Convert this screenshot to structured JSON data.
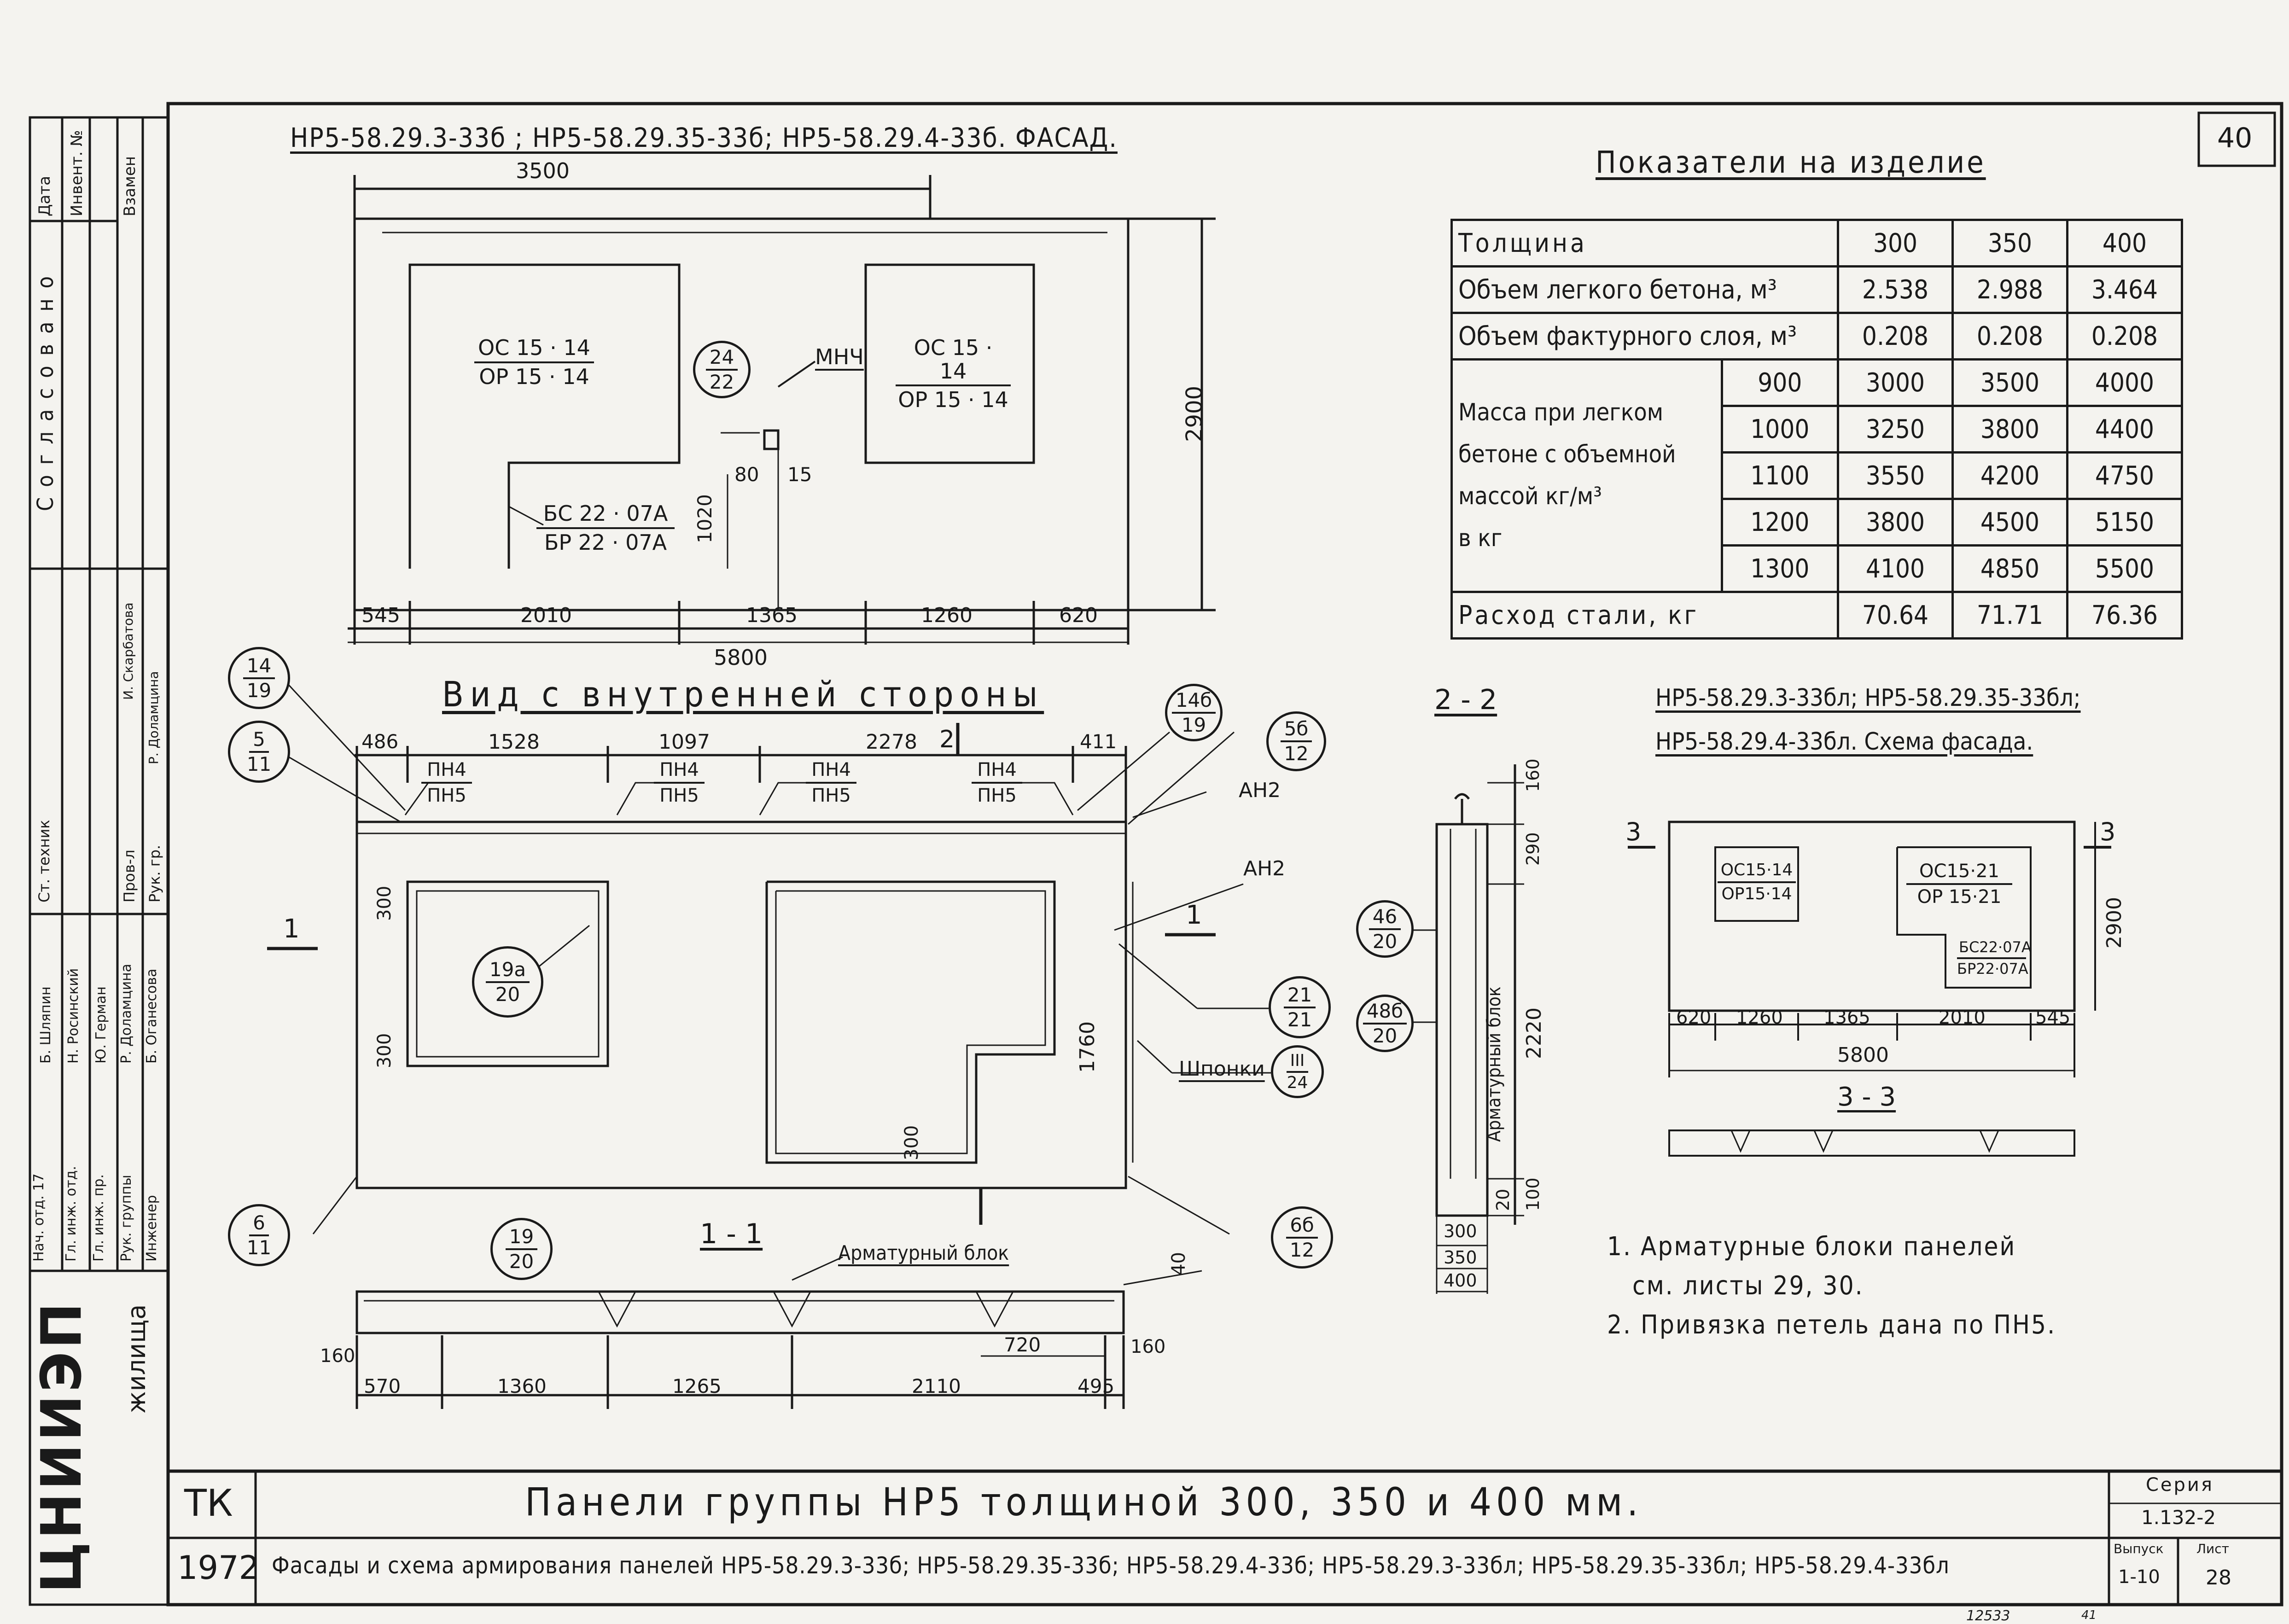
{
  "sheet_number": "40",
  "facade": {
    "title": "НР5-58.29.3-33б ; НР5-58.29.35-33б; НР5-58.29.4-33б. ФАСАД.",
    "dim_top": "3500",
    "dim_height": "2900",
    "window_left": {
      "top": "ОС 15 · 14",
      "bottom": "ОР 15 · 14"
    },
    "window_right": {
      "top": "ОС 15 · 14",
      "bottom": "ОР 15 · 14"
    },
    "balcony": {
      "top": "БС 22 · 07А",
      "bottom": "БР 22 · 07А"
    },
    "node_label": {
      "top": "24",
      "bottom": "22"
    },
    "mnch_label": "МНЧ",
    "dim_80": "80",
    "dim_15": "15",
    "dim_1020": "1020",
    "dims_bottom": [
      "545",
      "2010",
      "1365",
      "1260",
      "620"
    ],
    "dim_total": "5800"
  },
  "spec": {
    "title": "Показатели на изделие",
    "row_thickness": {
      "label": "Толщина",
      "values": [
        "300",
        "350",
        "400"
      ]
    },
    "row_volume_light": {
      "label": "Объем легкого бетона, м³",
      "values": [
        "2.538",
        "2.988",
        "3.464"
      ]
    },
    "row_volume_facing": {
      "label": "Объем фактурного слоя, м³",
      "values": [
        "0.208",
        "0.208",
        "0.208"
      ]
    },
    "mass_label": [
      "Масса при легком",
      "бетоне с объемной",
      "массой   кг/м³",
      "в  кг"
    ],
    "mass_rows": [
      {
        "density": "900",
        "values": [
          "3000",
          "3500",
          "4000"
        ]
      },
      {
        "density": "1000",
        "values": [
          "3250",
          "3800",
          "4400"
        ]
      },
      {
        "density": "1100",
        "values": [
          "3550",
          "4200",
          "4750"
        ]
      },
      {
        "density": "1200",
        "values": [
          "3800",
          "4500",
          "5150"
        ]
      },
      {
        "density": "1300",
        "values": [
          "4100",
          "4850",
          "5500"
        ]
      }
    ],
    "row_steel": {
      "label": "Расход  стали, кг",
      "values": [
        "70.64",
        "71.71",
        "76.36"
      ]
    }
  },
  "inner": {
    "title": "Вид с внутренней стороны",
    "dims_top": [
      "486",
      "1528",
      "1097",
      "2278",
      "411"
    ],
    "section_mark": "2",
    "loops": [
      {
        "top": "ПН4",
        "bottom": "ПН5"
      },
      {
        "top": "ПН4",
        "bottom": "ПН5"
      },
      {
        "top": "ПН4",
        "bottom": "ПН5"
      },
      {
        "top": "ПН4",
        "bottom": "ПН5"
      }
    ],
    "an2_a": "АН2",
    "an2_b": "АН2",
    "section_1_left": "1",
    "section_1_right": "1",
    "dim_300_a": "300",
    "dim_300_b": "300",
    "dim_300_c": "300",
    "dim_1760": "1760",
    "shponki": "Шпонки",
    "shponki_ref": {
      "top": "III",
      "bottom": "24"
    },
    "callouts": {
      "c14_19": {
        "top": "14",
        "bottom": "19"
      },
      "c5_11": {
        "top": "5",
        "bottom": "11"
      },
      "c14b_19": {
        "top": "14б",
        "bottom": "19"
      },
      "c5b_12": {
        "top": "5б",
        "bottom": "12"
      },
      "c19a_20": {
        "top": "19а",
        "bottom": "20"
      },
      "c21_21": {
        "top": "21",
        "bottom": "21"
      },
      "c6_11": {
        "top": "6",
        "bottom": "11"
      },
      "c6b_12": {
        "top": "6б",
        "bottom": "12"
      },
      "c19_20": {
        "top": "19",
        "bottom": "20"
      }
    }
  },
  "section11": {
    "title": "1 - 1",
    "armblock": "Арматурный блок",
    "dim_40": "40",
    "dim_160_l": "160",
    "dim_160_r": "160",
    "dim_720": "720",
    "dims_bottom": [
      "570",
      "1360",
      "1265",
      "2110",
      "495"
    ]
  },
  "section22": {
    "title": "2 - 2",
    "dims_right": [
      "160",
      "290",
      "2220",
      "100"
    ],
    "dim_20": "20",
    "armblock": "Арматурный блок",
    "thicknesses": [
      "300",
      "350",
      "400"
    ],
    "callout_46": {
      "top": "46",
      "bottom": "20"
    },
    "callout_48": {
      "top": "48б",
      "bottom": "20"
    }
  },
  "scheme": {
    "title1": "НР5-58.29.3-33бл; НР5-58.29.35-33бл;",
    "title2": "НР5-58.29.4-33бл. Схема фасада.",
    "section_3_left": "3",
    "section_3_right": "3",
    "window_a": {
      "top": "ОС15·14",
      "bottom": "ОР15·14"
    },
    "window_b": {
      "top": "ОС15·21",
      "bottom": "ОР 15·21"
    },
    "balcony": {
      "top": "БС22·07А",
      "bottom": "БР22·07А"
    },
    "dim_height": "2900",
    "dims_bottom": [
      "620",
      "1260",
      "1365",
      "2010",
      "545"
    ],
    "dim_total": "5800",
    "section_title": "3 - 3"
  },
  "notes": [
    "1. Арматурные блоки панелей",
    "см. листы 29, 30.",
    "2. Привязка петель дана по ПН5."
  ],
  "sidebar": {
    "header_cols": [
      "Дата",
      "Инвент. №",
      "Взамен"
    ],
    "agreed": "Согласовано",
    "roles": [
      "Нач. отд. 17",
      "Гл. инж. отд.",
      "Гл. инж. пр.",
      "Рук. группы",
      "Инженер"
    ],
    "names": [
      "Б. Шляпин",
      "Н. Росинский",
      "Ю. Герман",
      "Р. Доламцина",
      "Б. Оганесова"
    ],
    "middle": [
      "Ст. техник",
      "Пров-л",
      "Рук. гр."
    ],
    "middle_names": [
      "И. Скарбатова",
      "Р. Доламцина"
    ],
    "logo_text": "ЦНИИЭП",
    "logo_sub": "жилища"
  },
  "titleblock": {
    "tk": "ТК",
    "year": "1972",
    "title": "Панели группы НР5 толщиной 300, 350 и 400 мм.",
    "subtitle": "Фасады и схема армирования панелей  НР5-58.29.3-33б; НР5-58.29.35-33б; НР5-58.29.4-33б; НР5-58.29.3-33бл; НР5-58.29.35-33бл; НР5-58.29.4-33бл",
    "series_label": "Серия",
    "series": "1.132-2",
    "issue_label": "Выпуск",
    "issue": "1-10",
    "sheet_label": "Лист",
    "sheet": "28"
  },
  "stamp": [
    "12533",
    "41"
  ]
}
